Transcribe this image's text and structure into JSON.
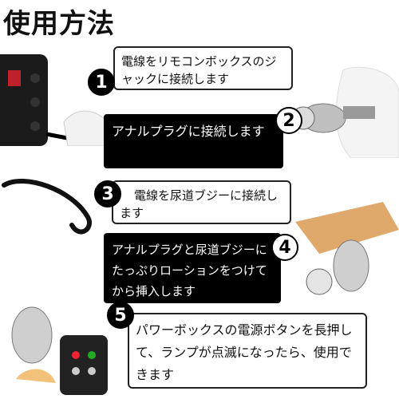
{
  "title": "使用方法",
  "steps": [
    {
      "number": "1",
      "text": "電線をリモコンボックスのジャックに接続します"
    },
    {
      "number": "2",
      "text": "アナルプラグに接続します"
    },
    {
      "number": "3",
      "text": "電線を尿道ブジーに接続します"
    },
    {
      "number": "4",
      "text": "アナルプラグと尿道ブジーにたっぷりローションをつけてから挿入します"
    },
    {
      "number": "5",
      "text": "パワーボックスの電源ボタンを長押して、ランプが点滅になったら、使用できます"
    }
  ]
}
